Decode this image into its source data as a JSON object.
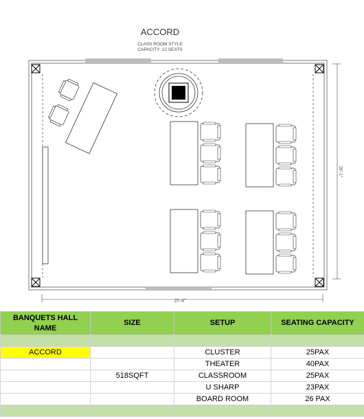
{
  "plan": {
    "title": "ACCORD",
    "subtitle_line1": "CLASS ROOM STYLE",
    "subtitle_line2": "CAPACITY- 12 SEATS",
    "dim_width": "25'-4\"",
    "dim_height": "20'-1\""
  },
  "table": {
    "headers": {
      "name_line1": "BANQUETS  HALL",
      "name_line2": "NAME",
      "size": "SIZE",
      "setup": "SETUP",
      "capacity": "SEATING CAPACITY"
    },
    "rows": [
      {
        "name": "ACCORD",
        "size": "",
        "setup": "CLUSTER",
        "capacity": "25PAX"
      },
      {
        "name": "",
        "size": "",
        "setup": "THEATER",
        "capacity": "40PAX"
      },
      {
        "name": "",
        "size": "518SQFT",
        "setup": "CLASSROOM",
        "capacity": "25PAX"
      },
      {
        "name": "",
        "size": "",
        "setup": "U SHARP",
        "capacity": "23PAX"
      },
      {
        "name": "",
        "size": "",
        "setup": "BOARD ROOM",
        "capacity": "26 PAX"
      }
    ],
    "highlight_color": "#ffff00",
    "header_color": "#92d050",
    "band_color": "#c4dfa8"
  }
}
